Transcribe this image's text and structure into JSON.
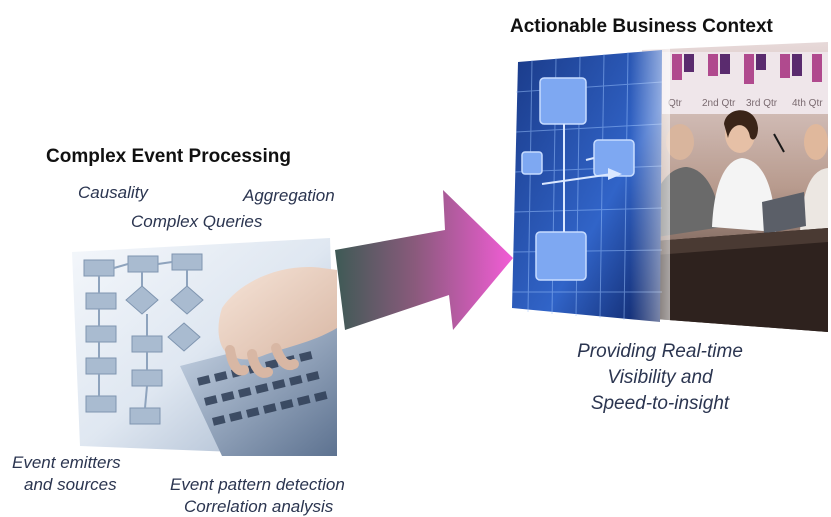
{
  "left": {
    "heading": "Complex Event Processing",
    "labels": {
      "causality": "Causality",
      "aggregation": "Aggregation",
      "complex_queries": "Complex Queries",
      "event_emitters": "Event emitters",
      "and_sources": "and sources",
      "pattern_detection": "Event pattern detection",
      "correlation": "Correlation analysis"
    }
  },
  "right": {
    "heading": "Actionable Business Context",
    "tagline": [
      "Providing Real-time",
      "Visibility and",
      "Speed-to-insight"
    ],
    "chart_ticks": [
      "Qtr",
      "2nd Qtr",
      "3rd Qtr",
      "4th Qtr"
    ]
  },
  "colors": {
    "arrow_start": "#3e5a55",
    "arrow_end": "#f25cd6",
    "text": "#2b3550"
  }
}
